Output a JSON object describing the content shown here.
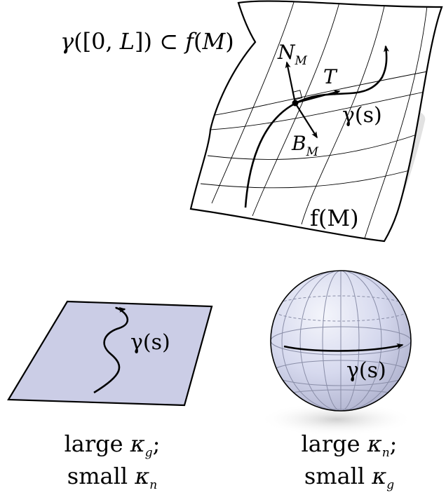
{
  "top_panel": {
    "containment_label": {
      "main": "γ([0, L]) ⊂ f(M)"
    },
    "normal_label": {
      "main": "N",
      "sub": "M"
    },
    "tangent_label": {
      "main": "T"
    },
    "binormal_label": {
      "main": "B",
      "sub": "M"
    },
    "curve_label": "γ(s)",
    "surface_label": "f(M)"
  },
  "plane_panel": {
    "curve_label": "γ(s)",
    "caption": {
      "line1": {
        "text": "large ",
        "kappa": "κ",
        "sub": "g",
        "suffix": ";"
      },
      "line2": {
        "text": "small ",
        "kappa": "κ",
        "sub": "n",
        "suffix": ""
      }
    }
  },
  "sphere_panel": {
    "curve_label": "γ(s)",
    "caption": {
      "line1": {
        "text": "large ",
        "kappa": "κ",
        "sub": "n",
        "suffix": ";"
      },
      "line2": {
        "text": "small ",
        "kappa": "κ",
        "sub": "g",
        "suffix": ""
      }
    }
  },
  "colors": {
    "plane_fill": "#cbcde6",
    "sphere_fill": "#d2d5ec",
    "shadow": "#d9d9d9",
    "stroke": "#000000"
  }
}
